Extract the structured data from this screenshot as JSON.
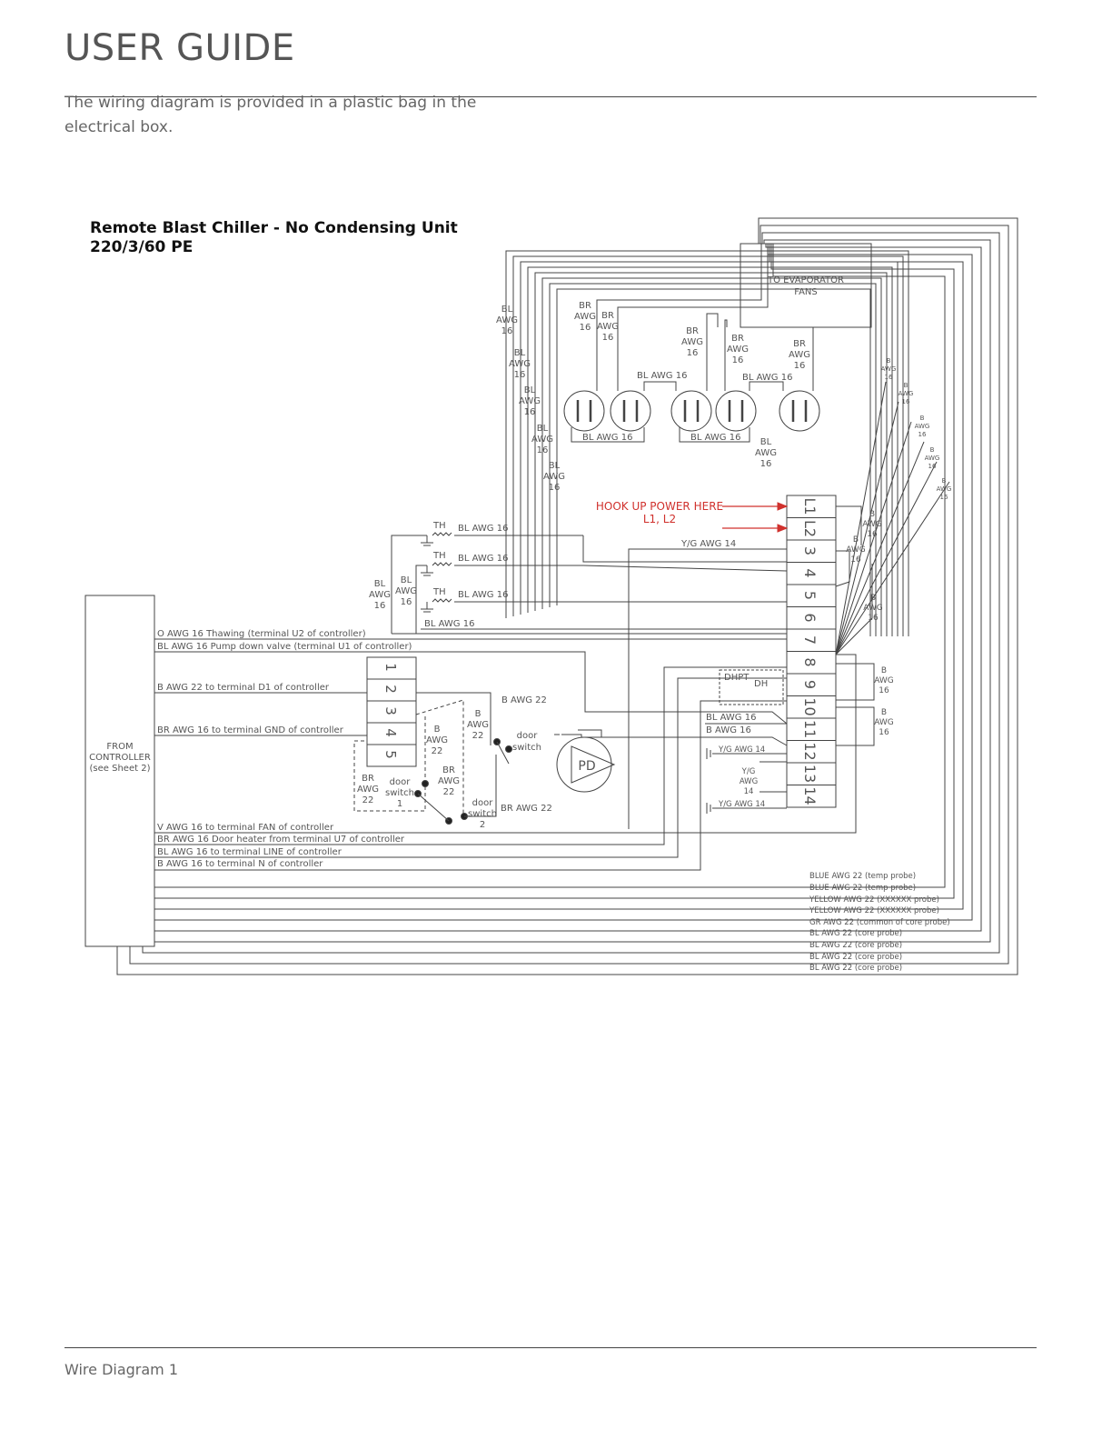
{
  "header": {
    "title": "USER GUIDE"
  },
  "intro": "The wiring diagram is provided in a plastic bag in the electrical box.",
  "diagram": {
    "title_line1": "Remote Blast Chiller - No Condensing Unit",
    "title_line2": "220/3/60 PE",
    "evaporator_box": [
      "TO EVAPORATOR",
      "FANS"
    ],
    "controller_box": [
      "FROM",
      "CONTROLLER",
      "(see Sheet 2)"
    ],
    "hookup": [
      "HOOK UP POWER HERE",
      "L1, L2"
    ],
    "terminal_labels": [
      "L1",
      "L2",
      "3",
      "4",
      "5",
      "6",
      "7",
      "8",
      "9",
      "10",
      "11",
      "12",
      "13",
      "14"
    ],
    "small_terminal_labels": [
      "1",
      "2",
      "3",
      "4",
      "5"
    ],
    "controller_wires": [
      "O AWG 16 Thawing (terminal U2 of controller)",
      "BL AWG 16 Pump down valve (terminal U1 of controller)",
      "B AWG 22 to terminal D1 of controller",
      "BR AWG 16 to terminal GND  of controller",
      "V AWG 16 to terminal FAN of controller",
      "BR AWG 16 Door heater from terminal U7 of controller",
      "BL AWG 16 to terminal LINE  of controller",
      "B AWG 16 to terminal N  of controller"
    ],
    "probe_wires": [
      "BLUE AWG 22 (temp probe)",
      "BLUE AWG 22 (temp probe)",
      "YELLOW AWG 22 (XXXXXX probe)",
      "YELLOW AWG 22 (XXXXXX probe)",
      "GR AWG 22 (common of core probe)",
      "BL AWG 22 (core probe)",
      "BL AWG 22 (core probe)",
      "BL AWG 22 (core probe)",
      "BL AWG 22 (core probe)"
    ],
    "wire_labels": {
      "bl_awg16": "BL AWG 16",
      "yg_awg14": "Y/G AWG 14",
      "b_awg16": "B AWG 16",
      "b_awg22": "B AWG 22",
      "br_awg22": "BR AWG 22",
      "th": "TH",
      "dhpt": "DHPT",
      "dh": "DH",
      "pd": "PD",
      "door_switch": "door switch",
      "door_switch_1": [
        "door",
        "switch",
        "1"
      ],
      "door_switch_2": [
        "door",
        "switch",
        "2"
      ],
      "stack_bl": [
        "BL",
        "AWG",
        "16"
      ],
      "stack_br": [
        "BR",
        "AWG",
        "16"
      ],
      "stack_b": [
        "B",
        "AWG",
        "16"
      ],
      "stack_b22": [
        "B",
        "AWG",
        "22"
      ],
      "stack_br22": [
        "BR",
        "AWG",
        "22"
      ],
      "stack_yg": [
        "Y/G",
        "AWG",
        "14"
      ]
    },
    "hookup_color": "#d0312d"
  },
  "footer": {
    "label": "Wire Diagram 1"
  }
}
